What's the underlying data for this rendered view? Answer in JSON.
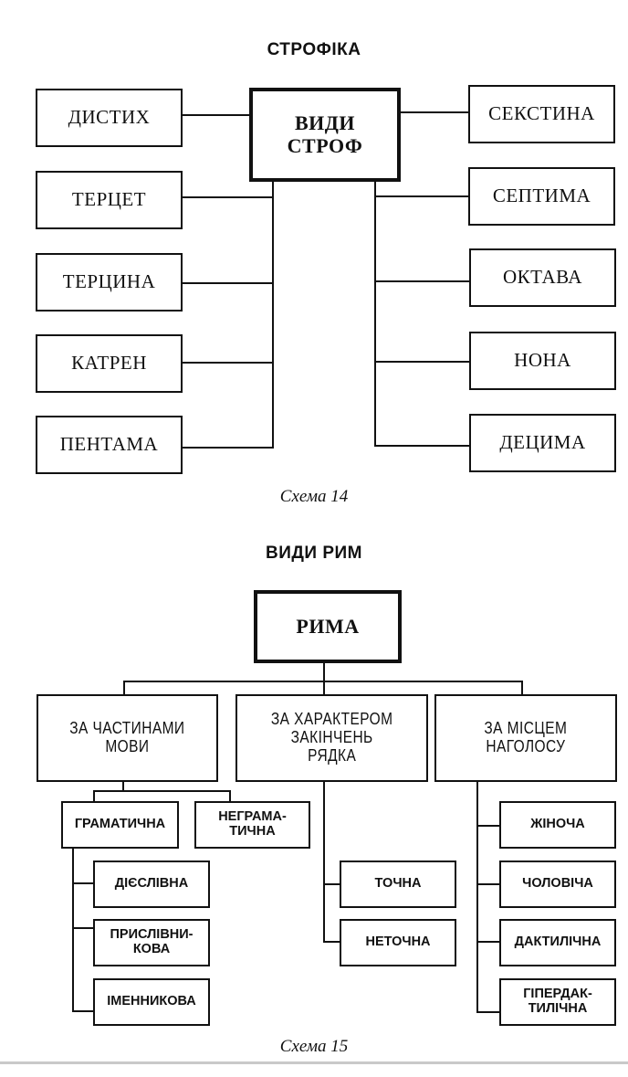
{
  "scheme14": {
    "title": "СТРОФІКА",
    "center": "ВИДИ\nСТРОФ",
    "left": [
      "ДИСТИХ",
      "ТЕРЦЕТ",
      "ТЕРЦИНА",
      "КАТРЕН",
      "ПЕНТАМА"
    ],
    "right": [
      "СЕКСТИНА",
      "СЕПТИМА",
      "ОКТАВА",
      "НОНА",
      "ДЕЦИМА"
    ],
    "caption": "Схема 14"
  },
  "scheme15": {
    "title": "ВИДИ РИМ",
    "root": "РИМА",
    "categories": [
      {
        "label": "ЗА ЧАСТИНАМИ\nМОВИ",
        "subgroups": [
          {
            "label": "ГРАМАТИЧНА",
            "children": [
              "ДІЄСЛІВНА",
              "ПРИСЛІВНИ-\nКОВА",
              "ІМЕННИКОВА"
            ]
          },
          {
            "label": "НЕГРАМА-\nТИЧНА"
          }
        ]
      },
      {
        "label": "ЗА ХАРАКТЕРОМ\nЗАКІНЧЕНЬ\nРЯДКА",
        "children": [
          "ТОЧНА",
          "НЕТОЧНА"
        ]
      },
      {
        "label": "ЗА МІСЦЕМ\nНАГОЛОСУ",
        "children": [
          "ЖІНОЧА",
          "ЧОЛОВІЧА",
          "ДАКТИЛІЧНА",
          "ГІПЕРДАК-\nТИЛІЧНА"
        ]
      }
    ],
    "caption": "Схема 15"
  }
}
